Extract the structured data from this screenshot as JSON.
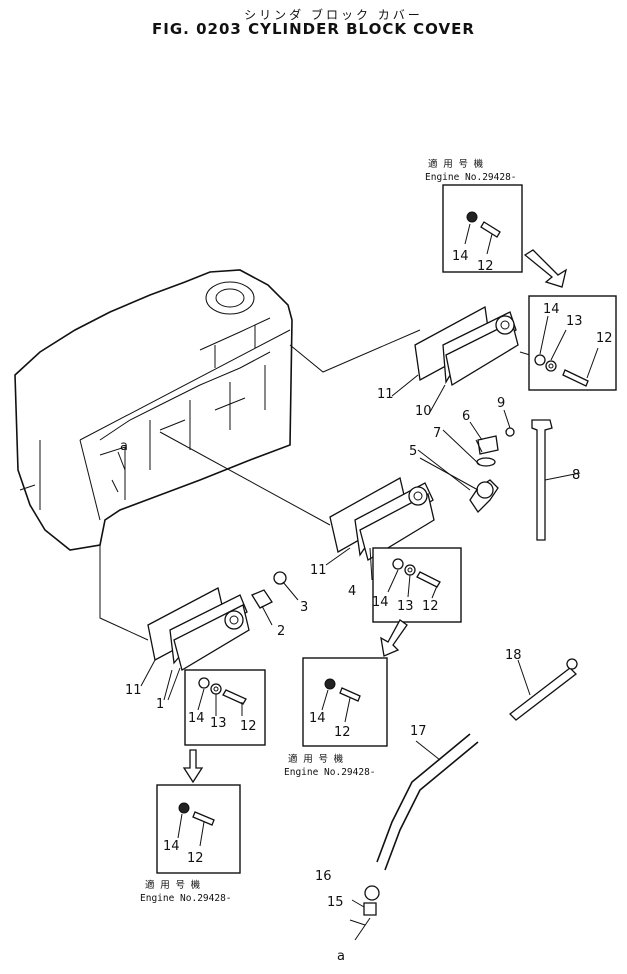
{
  "title_jp": "シリンダ ブロック カバー",
  "title": "FIG. 0203  CYLINDER BLOCK COVER",
  "callouts": {
    "c1": "1",
    "c2": "2",
    "c3": "3",
    "c4": "4",
    "c5": "5",
    "c6": "6",
    "c7": "7",
    "c8": "8",
    "c9": "9",
    "c10": "10",
    "c11": "11",
    "c12": "12",
    "c13": "13",
    "c14": "14",
    "c15": "15",
    "c16": "16",
    "c17": "17",
    "c18": "18",
    "a": "a"
  },
  "notes": {
    "applicable_jp": "適 用 号 機",
    "engine_no": "Engine No.29428-"
  }
}
